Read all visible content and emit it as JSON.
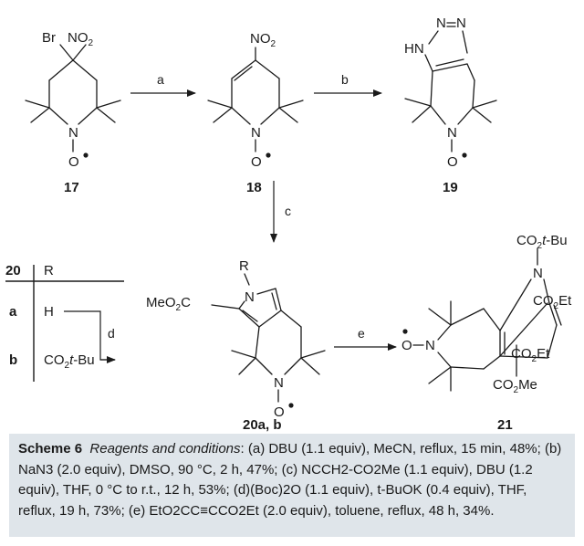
{
  "compounds": {
    "c17": "17",
    "c18": "18",
    "c19": "19",
    "c20": "20a, b",
    "c21": "21"
  },
  "conditions": {
    "a": "a",
    "b": "b",
    "c": "c",
    "d": "d",
    "e": "e"
  },
  "table20": {
    "header_num": "20",
    "header_r": "R",
    "row_a_label": "a",
    "row_a_value": "H",
    "row_b_label": "b",
    "row_b_value": "CO2t-Bu"
  },
  "caption": {
    "scheme_label": "Scheme 6",
    "reagents_label": "Reagents and conditions",
    "text": ": (a) DBU (1.1 equiv), MeCN, reflux, 15 min, 48%; (b) NaN3 (2.0 equiv), DMSO, 90 °C, 2 h, 47%; (c) NCCH2-CO2Me (1.1 equiv), DBU (1.2 equiv), THF, 0 °C to r.t., 12 h, 53%; (d)(Boc)2O (1.1 equiv), t-BuOK (0.4 equiv), THF, reflux, 19 h, 73%; (e) EtO2CC≡CCO2Et (2.0 equiv), toluene, reflux, 48 h, 34%."
  }
}
